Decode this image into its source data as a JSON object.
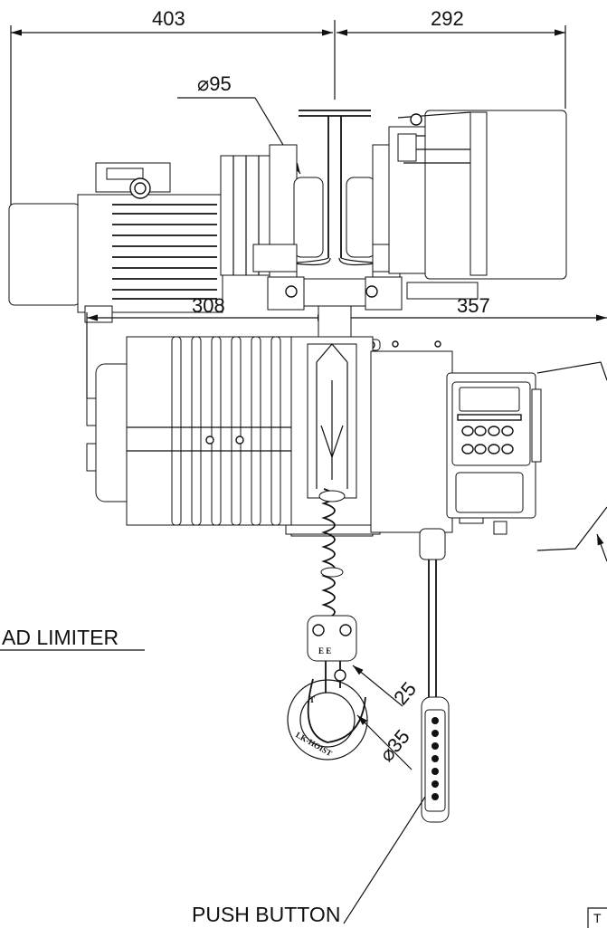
{
  "dimensions": {
    "top_left": "403",
    "top_right": "292",
    "mid_left": "308",
    "mid_right": "357",
    "wheel_diameter": "⌀95",
    "hook_opening": "25",
    "hook_diameter": "⌀35"
  },
  "labels": {
    "load_limiter": "AD LIMITER",
    "push_button": "PUSH BUTTON",
    "hook_text_1": "LK-HOIST",
    "hook_text_2": "T",
    "block_letters": "E E",
    "corner_text": "T"
  }
}
